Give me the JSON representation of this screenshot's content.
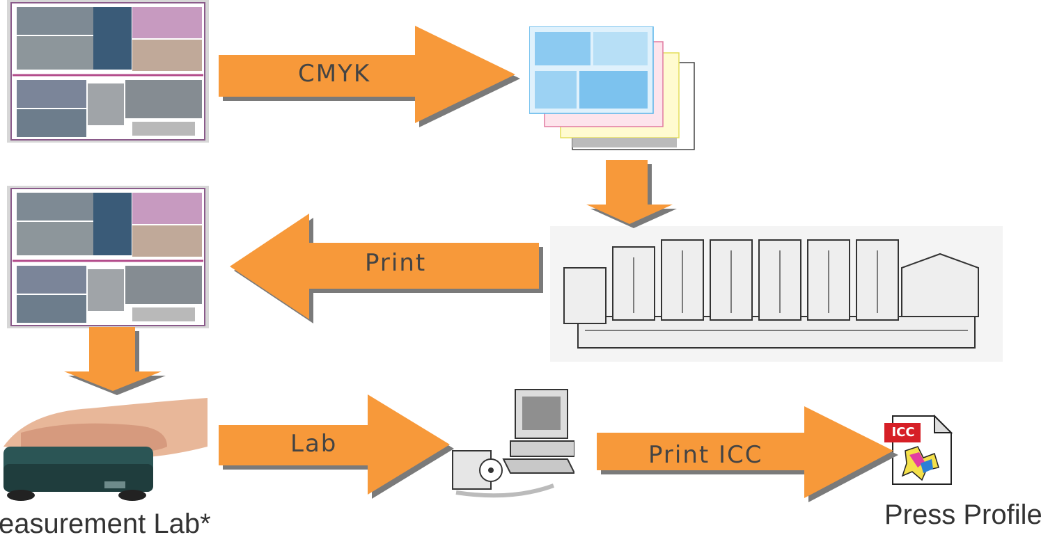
{
  "colors": {
    "arrow": "#f7993a",
    "arrow_shadow": "#7a7a7a",
    "text": "#444444"
  },
  "labels": {
    "cmyk": "CMYK",
    "print": "Print",
    "lab": "Lab",
    "print_icc": "Print ICC"
  },
  "captions": {
    "measurement": "easurement Lab*",
    "press_profile": "Press Profile"
  },
  "icon": {
    "icc_badge": "ICC"
  }
}
